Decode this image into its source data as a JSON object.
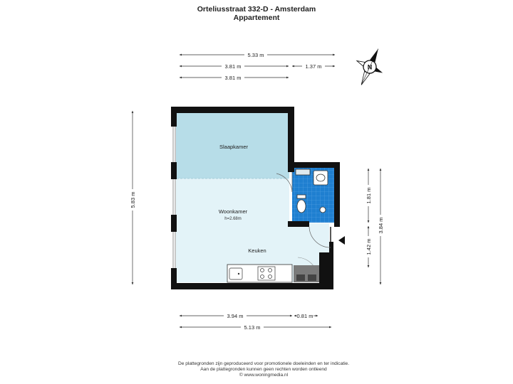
{
  "header": {
    "address": "Orteliusstraat 332-D - Amsterdam",
    "type": "Appartement"
  },
  "dimensions": {
    "top_total": "5.33 m",
    "top_left": "3.81 m",
    "top_right": "1.37 m",
    "top_second": "3.81 m",
    "left_height": "5.83 m",
    "right_upper": "1.81 m",
    "right_lower": "1.42 m",
    "right_total": "3.84 m",
    "bottom_left": "3.94 m",
    "bottom_right": "0.81 m",
    "bottom_total": "5.13 m"
  },
  "rooms": {
    "slaapkamer": "Slaapkamer",
    "woonkamer": "Woonkamer",
    "woonkamer_height": "h=2.68m",
    "keuken": "Keuken"
  },
  "compass": {
    "label": "N"
  },
  "colors": {
    "wall": "#111111",
    "bedroom": "#b7dde8",
    "living": "#e3f3f8",
    "bathroom": "#1f7fd0",
    "dimension": "#333333"
  },
  "footer": {
    "line1": "De plattegronden zijn geproduceerd voor promotionele doeleinden en ter indicatie.",
    "line2": "Aan de plattegronden kunnen geen rechten worden ontleend",
    "line3": "© www.woningmedia.nl"
  }
}
